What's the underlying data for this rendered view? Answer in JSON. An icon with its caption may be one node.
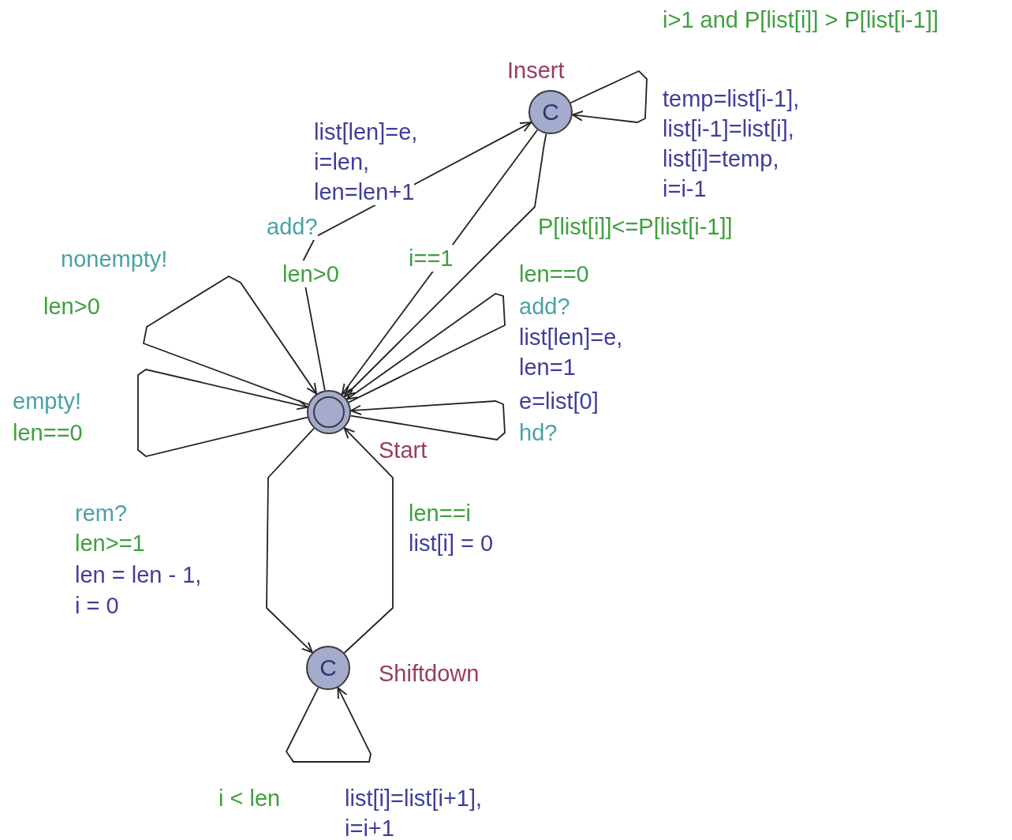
{
  "diagram": {
    "nodes": [
      {
        "text": [
          "Start"
        ]
      },
      {
        "text": [
          "Insert",
          "C"
        ]
      },
      {
        "text": [
          "C",
          "Shiftdown"
        ]
      }
    ],
    "edges": [
      {
        "from": 0,
        "to": 1,
        "arrow": "to"
      },
      {
        "from": 1,
        "to": 0,
        "arrow": "to"
      },
      {
        "from": 1,
        "to": 0,
        "arrow": "to"
      },
      {
        "from": 1,
        "to": 1,
        "arrow": "to"
      },
      {
        "from": 0,
        "to": 0,
        "arrow": "to"
      },
      {
        "from": 0,
        "to": 0,
        "arrow": "to"
      },
      {
        "from": 0,
        "to": 0,
        "arrow": "to"
      },
      {
        "from": 0,
        "to": 0,
        "arrow": "to"
      },
      {
        "from": 0,
        "to": 2,
        "arrow": "to"
      },
      {
        "from": 2,
        "to": 0,
        "arrow": "to"
      },
      {
        "from": 2,
        "to": 2,
        "arrow": "to"
      }
    ],
    "labels": [
      "i>1 and P[list[i]] > P[list[i-1]]",
      "temp=list[i-1],",
      "list[i-1]=list[i],",
      "list[i]=temp,",
      "i=i-1",
      "list[len]=e,",
      "i=len,",
      "len=len+1",
      "add?",
      "P[list[i]]<=P[list[i-1]]",
      "nonempty!",
      "len>0",
      "i==1",
      "len==0",
      "len>0",
      "add?",
      "list[len]=e,",
      "len=1",
      "empty!",
      "e=list[0]",
      "len==0",
      "hd?",
      "rem?",
      "len==i",
      "len>=1",
      "list[i] = 0",
      "len = len - 1,",
      "i = 0",
      "i < len",
      "list[i]=list[i+1],",
      "i=i+1"
    ]
  }
}
